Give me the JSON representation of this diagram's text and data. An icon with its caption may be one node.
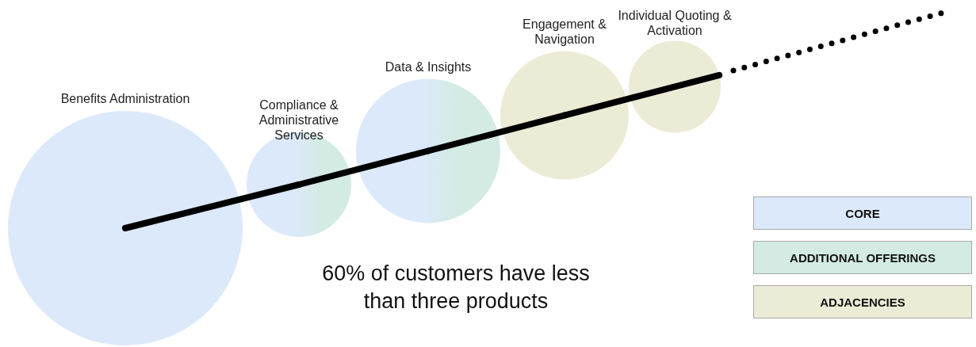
{
  "diagram": {
    "nodes": [
      {
        "text": [
          "Benefits Administration"
        ]
      },
      {
        "text": [
          "Compliance & Administrative Services"
        ]
      },
      {
        "text": [
          "Data & Insights"
        ]
      },
      {
        "text": [
          "Engagement & Navigation"
        ]
      },
      {
        "text": [
          "Individual Quoting & Activation"
        ]
      }
    ],
    "edges": [
      {
        "from": 0,
        "to": 1,
        "arrow": "none"
      },
      {
        "from": 1,
        "to": 2,
        "arrow": "none"
      },
      {
        "from": 2,
        "to": 3,
        "arrow": "none"
      },
      {
        "from": 3,
        "to": 4,
        "arrow": "none"
      }
    ],
    "labels": [
      "60% of customers have less than three products"
    ],
    "legend": [
      {
        "text": "CORE",
        "color": "#dce9fb"
      },
      {
        "text": "ADDITIONAL OFFERINGS",
        "color": "#d3ebe3"
      },
      {
        "text": "ADJACENCIES",
        "color": "#ecebd6"
      }
    ]
  }
}
